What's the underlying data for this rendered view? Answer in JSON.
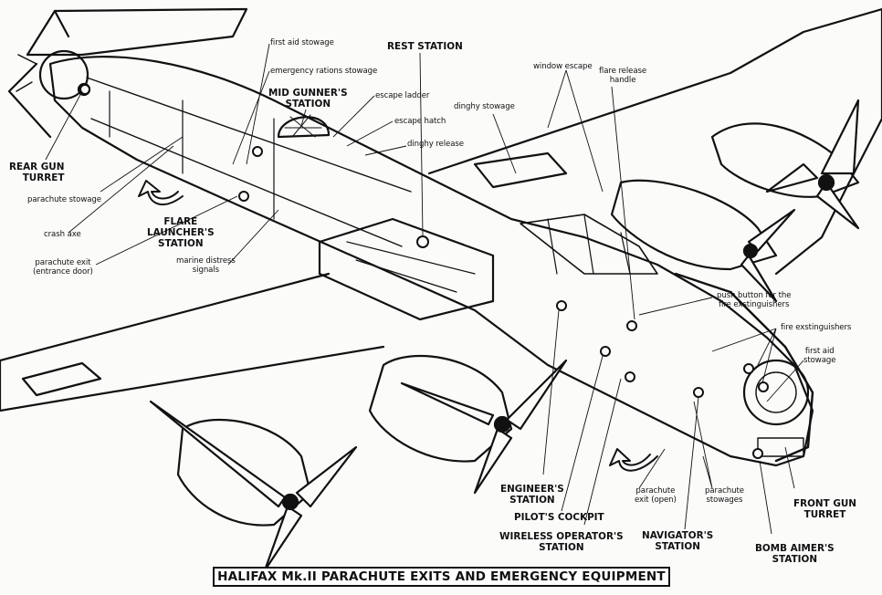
{
  "title": "HALIFAX Mk.II PARACHUTE EXITS AND EMERGENCY EQUIPMENT",
  "labels": {
    "rear_gun_turret": [
      "REAR GUN",
      "TURRET"
    ],
    "parachute_stowage": "parachute stowage",
    "crash_axe": "crash axe",
    "parachute_exit_entrance": [
      "parachute exit",
      "(entrance door)"
    ],
    "flare_launchers_station": [
      "FLARE",
      "LAUNCHER'S",
      "STATION"
    ],
    "marine_distress_signals": [
      "marine distress",
      "signals"
    ],
    "first_aid_stowage_rear": "first aid stowage",
    "emergency_rations_stowage": "emergency rations stowage",
    "mid_gunners_station": [
      "MID GUNNER'S",
      "STATION"
    ],
    "escape_ladder": "escape ladder",
    "escape_hatch": "escape hatch",
    "dinghy_release": "dinghy release",
    "rest_station": "REST STATION",
    "dinghy_stowage": "dinghy stowage",
    "window_escape": "window escape",
    "flare_release_handle": [
      "flare release",
      "handle"
    ],
    "push_button_fire_ext": [
      "push button for the",
      "fire exstinguishers"
    ],
    "fire_extinguishers": "fire exstinguishers",
    "first_aid_stowage_front": [
      "first aid",
      "stowage"
    ],
    "engineers_station": [
      "ENGINEER'S",
      "STATION"
    ],
    "pilots_cockpit": "PILOT'S COCKPIT",
    "wireless_operators_station": [
      "WIRELESS OPERATOR'S",
      "STATION"
    ],
    "parachute_exit_open": [
      "parachute",
      "exit (open)"
    ],
    "parachute_stowages": [
      "parachute",
      "stowages"
    ],
    "navigators_station": [
      "NAVIGATOR'S",
      "STATION"
    ],
    "front_gun_turret": [
      "FRONT GUN",
      "TURRET"
    ],
    "bomb_aimers_station": [
      "BOMB AIMER'S",
      "STATION"
    ]
  },
  "colors": {
    "ink": "#111111",
    "paper": "#fbfbfa"
  }
}
